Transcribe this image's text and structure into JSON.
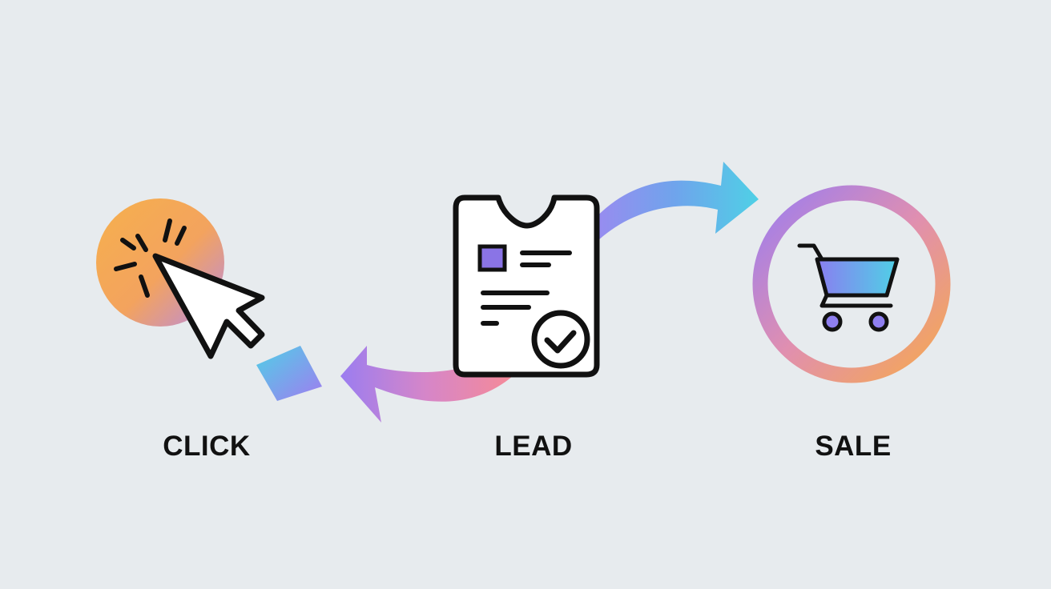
{
  "stages": [
    {
      "id": "click",
      "label": "CLICK",
      "icon": "cursor-click-icon"
    },
    {
      "id": "lead",
      "label": "LEAD",
      "icon": "lead-form-check-icon"
    },
    {
      "id": "sale",
      "label": "SALE",
      "icon": "shopping-cart-icon"
    }
  ],
  "colors": {
    "background": "#e7ebee",
    "orange": "#f6a94f",
    "pink": "#e889a0",
    "purple": "#9b7df0",
    "blue": "#6aa2ec",
    "cyan": "#4fd0e6",
    "ink": "#111111"
  }
}
